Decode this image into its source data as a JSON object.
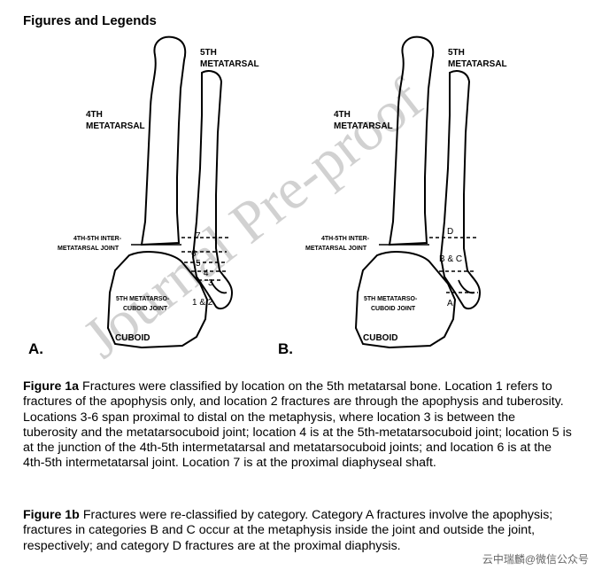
{
  "heading": "Figures and Legends",
  "panels": [
    {
      "panel_label": "A.",
      "bone_labels": {
        "fifth_metatarsal": [
          "5TH",
          "METATARSAL"
        ],
        "fourth_metatarsal": [
          "4TH",
          "METATARSAL"
        ],
        "intermetatarsal_joint": [
          "4TH-5TH INTER-",
          "METATARSAL JOINT"
        ],
        "metatarsocuboid_joint": [
          "5TH METATARSO-",
          "CUBOID JOINT"
        ],
        "cuboid": "CUBOID"
      },
      "locations": [
        "7",
        "6",
        "5",
        "4",
        "3",
        "1 & 2"
      ]
    },
    {
      "panel_label": "B.",
      "bone_labels": {
        "fifth_metatarsal": [
          "5TH",
          "METATARSAL"
        ],
        "fourth_metatarsal": [
          "4TH",
          "METATARSAL"
        ],
        "intermetatarsal_joint": [
          "4TH-5TH INTER-",
          "METATARSAL JOINT"
        ],
        "metatarsocuboid_joint": [
          "5TH METATARSO-",
          "CUBOID JOINT"
        ],
        "cuboid": "CUBOID"
      },
      "categories": [
        "D",
        "B & C",
        "A"
      ]
    }
  ],
  "captions": {
    "figure_1a": {
      "label": "Figure 1a",
      "text": "Fractures were classified by location on the 5th metatarsal bone. Location 1 refers to fractures of the apophysis only, and location 2 fractures are through the apophysis and tuberosity. Locations 3-6 span proximal to distal on the metaphysis, where location 3 is between the tuberosity and the metatarsocuboid joint; location 4 is at the 5th-metatarsocuboid joint; location 5 is at the junction of the 4th-5th intermetatarsal and metatarsocuboid joints; and location 6 is at the 4th-5th intermetatarsal joint. Location 7 is at the proximal diaphyseal shaft."
    },
    "figure_1b": {
      "label": "Figure 1b",
      "text": "Fractures were re-classified by category. Category A fractures involve the apophysis; fractures in categories B and C occur at the metaphysis inside the joint and outside the joint, respectively; and category D fractures are at the proximal diaphysis."
    }
  },
  "watermark": "Journal Pre-proof",
  "credit": "云中瑞麟@微信公众号"
}
